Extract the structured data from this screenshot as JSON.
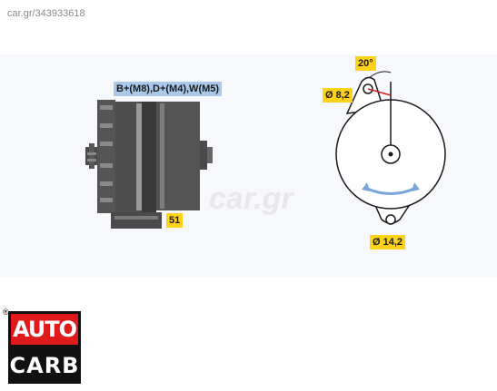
{
  "watermark_code": "car.gr/343933618",
  "site_watermark": "car.gr",
  "labels": {
    "terminals": "B+(M8),D+(M4),W(M5)",
    "dim_51": "51",
    "angle": "20°",
    "hole_small": "Ø 8,2",
    "hole_large": "Ø 14,2"
  },
  "logo": {
    "top_text": "AUTO",
    "bottom_text": "CARB",
    "registered": "®"
  },
  "colors": {
    "label_blue": "#a9c8ea",
    "label_yellow": "#ffd21a",
    "logo_red": "#e01a1a",
    "arrow_blue": "#7aa7d8",
    "pointer_red": "#d22222"
  }
}
